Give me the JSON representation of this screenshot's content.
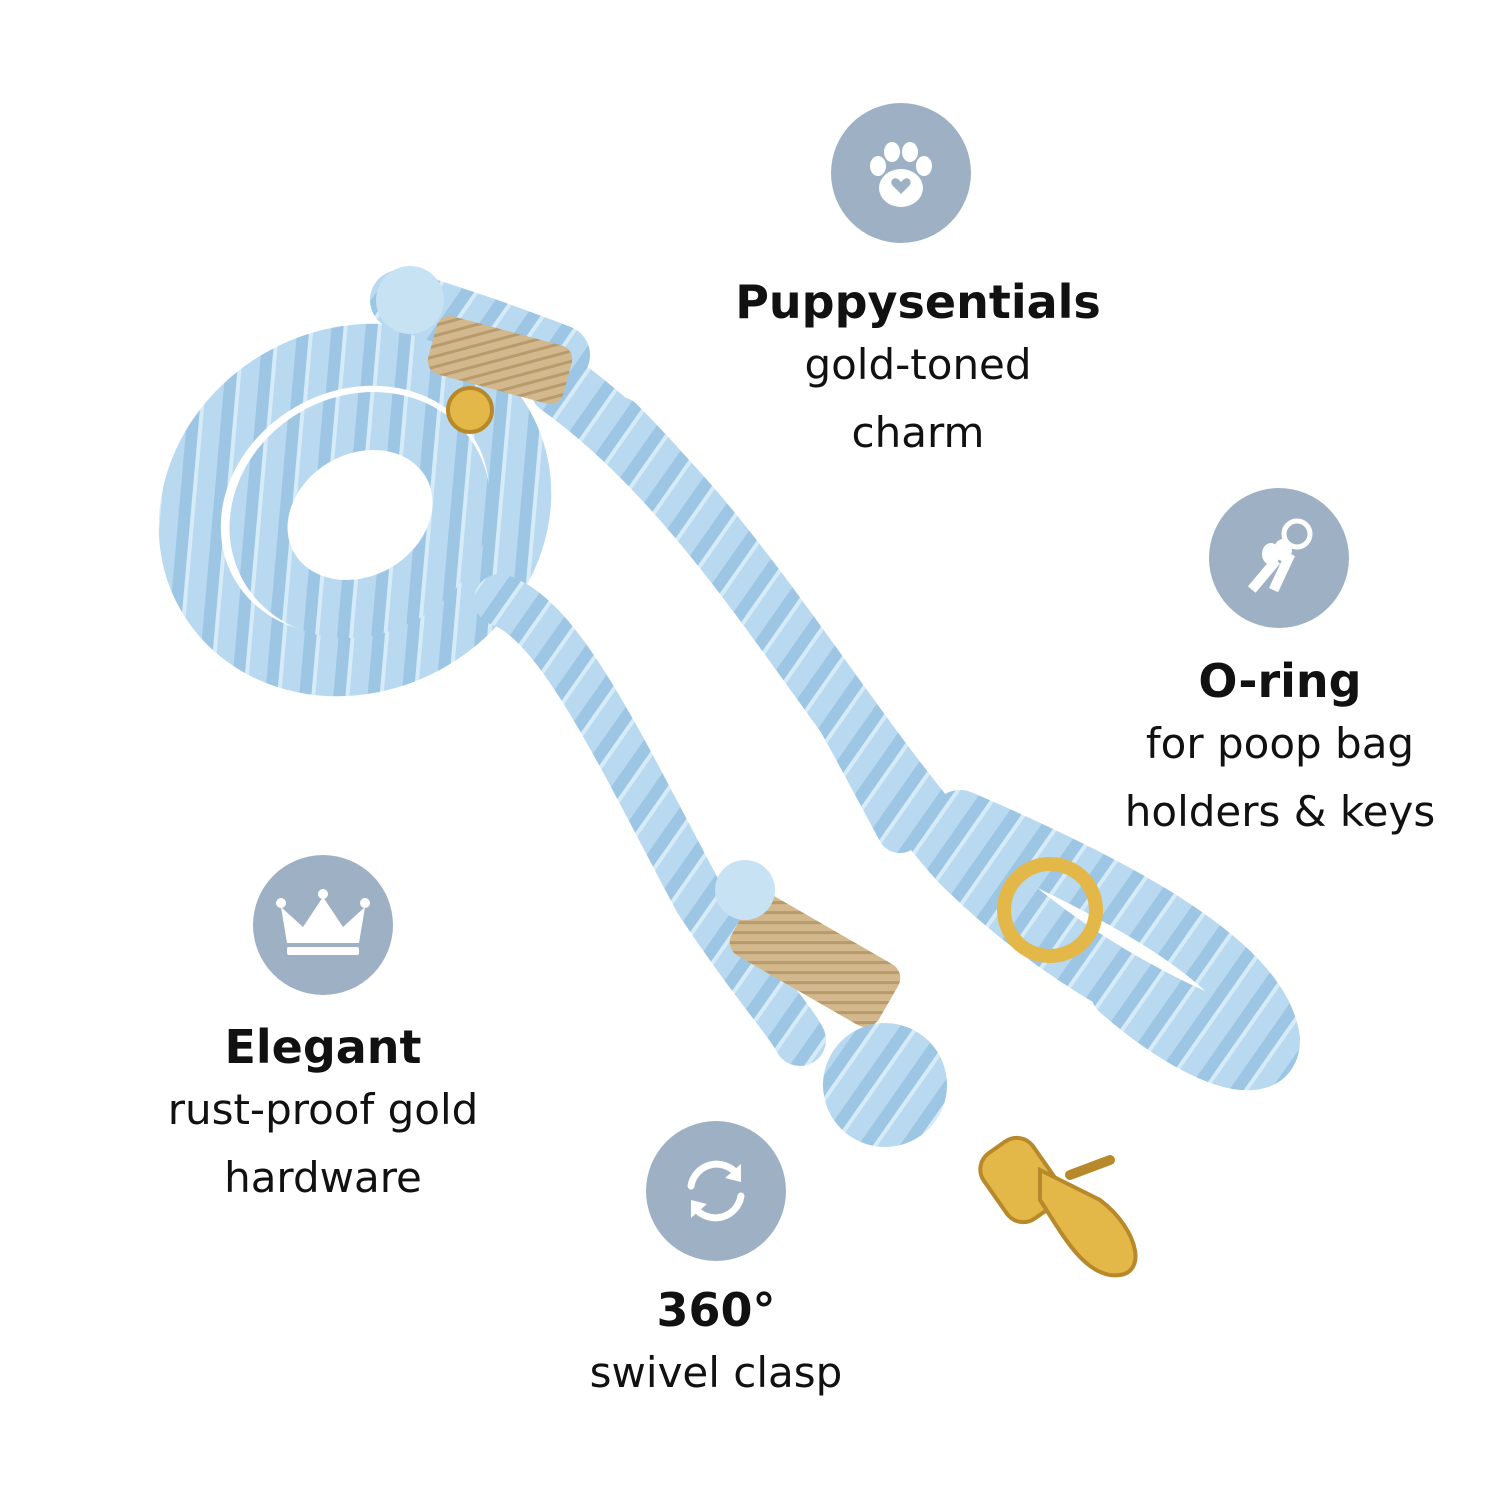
{
  "theme": {
    "icon_bg": "#9eb1c4",
    "icon_fg": "#ffffff",
    "rope": "#b8d9ef",
    "jute": "#d2b88c",
    "hardware": "#e3b748"
  },
  "features": [
    {
      "icon": "paw-heart-icon",
      "title": "Puppysentials",
      "lines": [
        "gold-toned",
        "charm"
      ]
    },
    {
      "icon": "keys-icon",
      "title": "O-ring",
      "lines": [
        "for poop bag",
        "holders & keys"
      ]
    },
    {
      "icon": "crown-icon",
      "title": "Elegant",
      "lines": [
        "rust-proof gold",
        "hardware"
      ]
    },
    {
      "icon": "swivel-arrows-icon",
      "title": "360°",
      "lines": [
        "swivel clasp"
      ]
    }
  ]
}
